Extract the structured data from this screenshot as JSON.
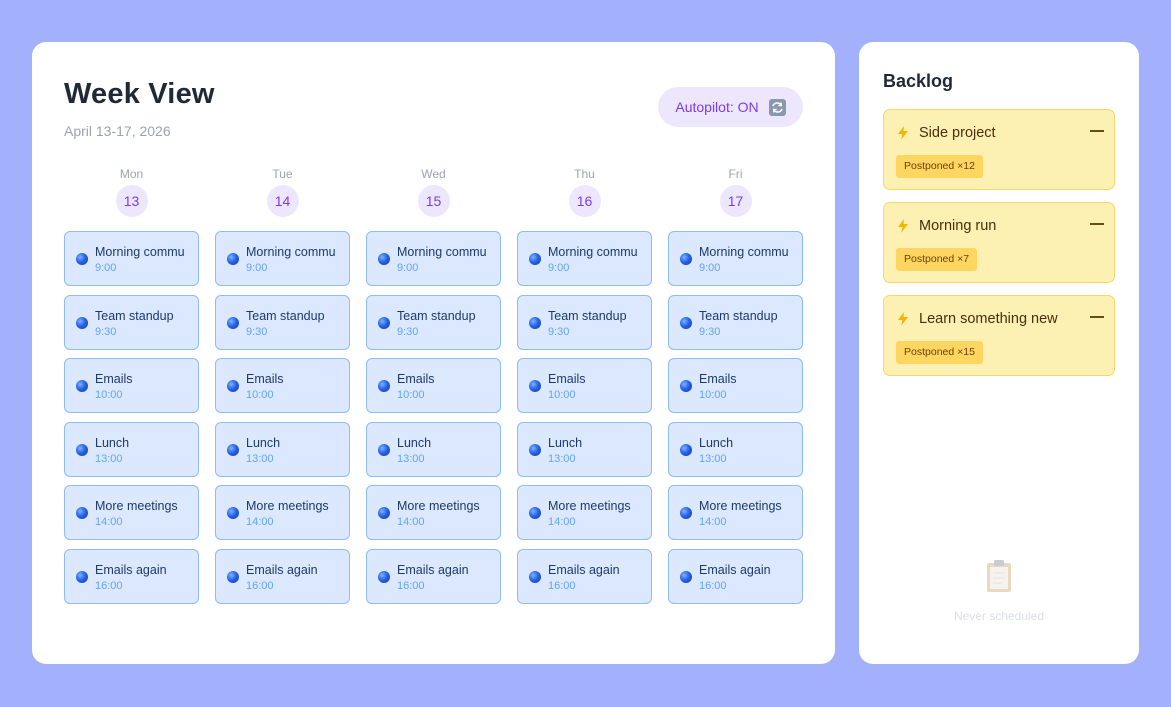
{
  "header": {
    "title": "Week View",
    "date_range": "April 13-17, 2026",
    "autopilot_label": "Autopilot: ON",
    "autopilot_icon": "cycle-arrows-icon"
  },
  "days": [
    {
      "name": "Mon",
      "number": "13"
    },
    {
      "name": "Tue",
      "number": "14"
    },
    {
      "name": "Wed",
      "number": "15"
    },
    {
      "name": "Thu",
      "number": "16"
    },
    {
      "name": "Fri",
      "number": "17"
    }
  ],
  "events": [
    {
      "title": "Morning commu",
      "time": "9:00"
    },
    {
      "title": "Team standup",
      "time": "9:30"
    },
    {
      "title": "Emails",
      "time": "10:00"
    },
    {
      "title": "Lunch",
      "time": "13:00"
    },
    {
      "title": "More meetings",
      "time": "14:00"
    },
    {
      "title": "Emails again",
      "time": "16:00"
    }
  ],
  "backlog": {
    "title": "Backlog",
    "items": [
      {
        "label": "Side project",
        "badge": "Postponed ×12",
        "icon": "lightning-icon"
      },
      {
        "label": "Morning run",
        "badge": "Postponed ×7",
        "icon": "lightning-icon"
      },
      {
        "label": "Learn something new",
        "badge": "Postponed ×15",
        "icon": "lightning-icon"
      }
    ],
    "empty_icon": "clipboard-icon",
    "empty_text": "Never scheduled"
  },
  "colors": {
    "background": "#a3b1fd",
    "accent": "#7c3aed",
    "event_fill": "#dbe8fd",
    "event_border": "#8ebcf3",
    "backlog_fill": "#fdf0b3",
    "badge_fill": "#fcd661"
  }
}
